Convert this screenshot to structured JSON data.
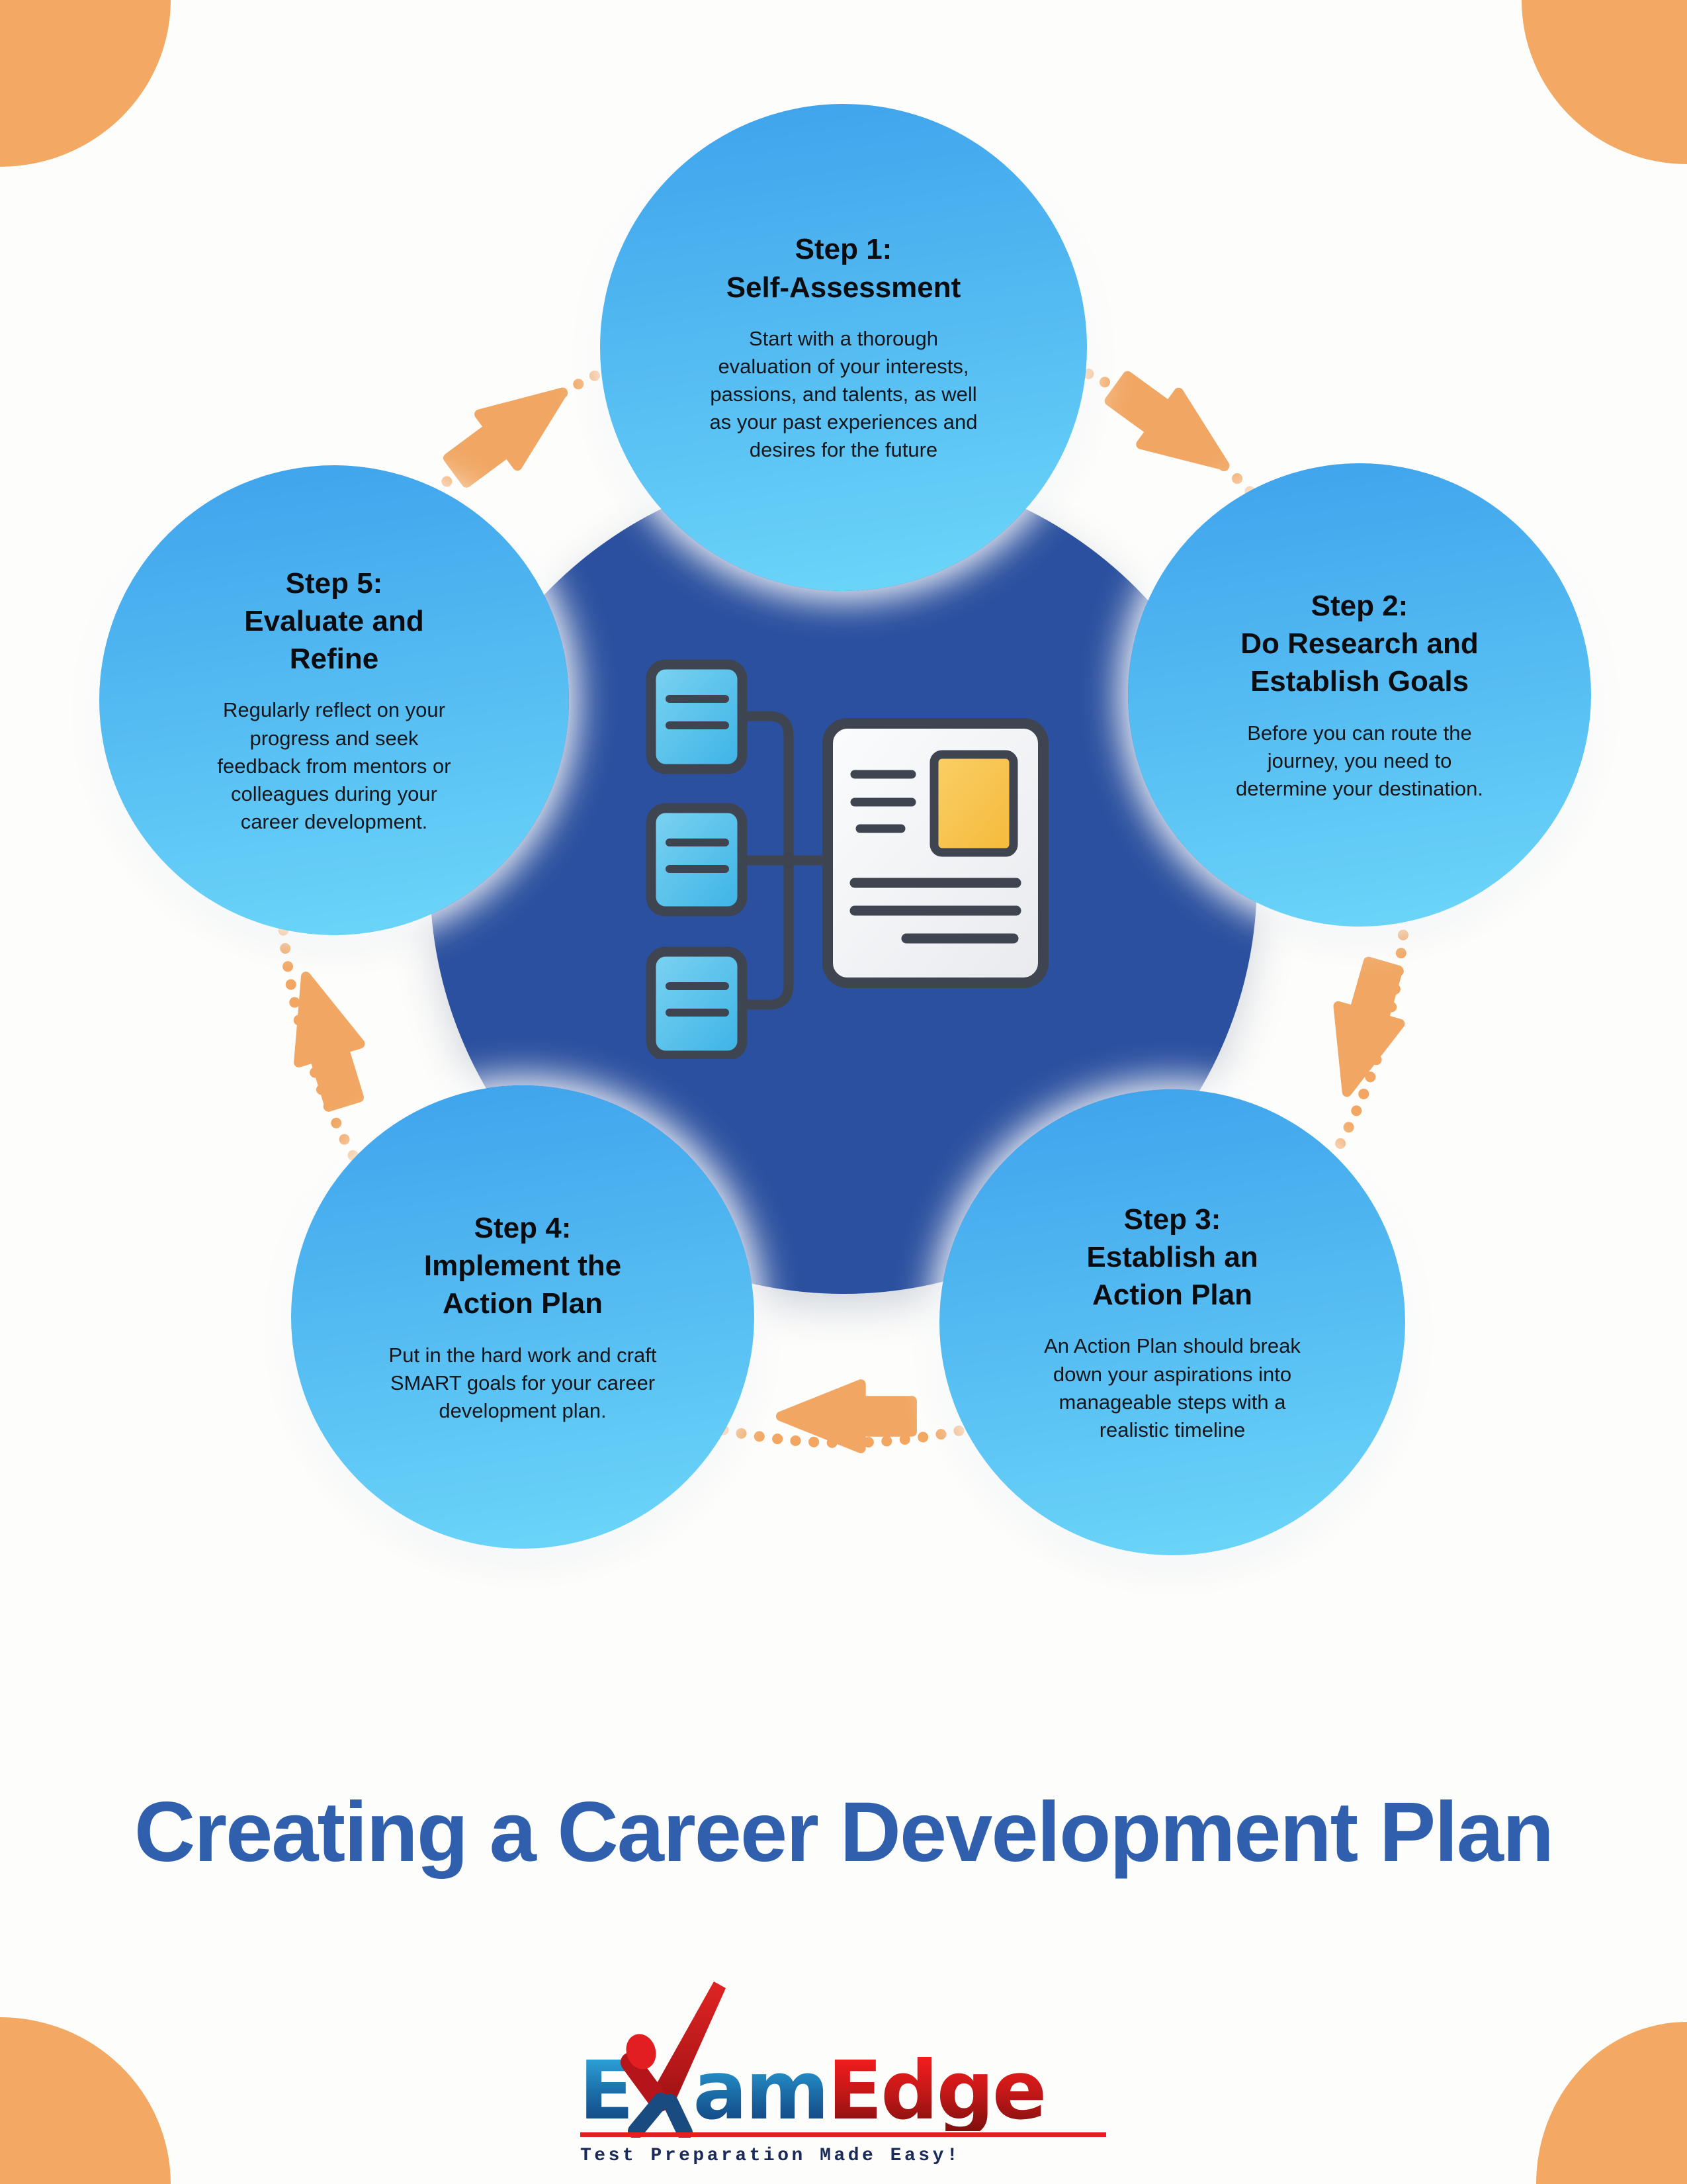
{
  "title": "Creating a Career Development Plan",
  "steps": [
    {
      "label": "Step 1:",
      "name": "Self-Assessment",
      "description": "Start with a thorough evaluation of your interests, passions, and talents, as well as your past experiences and desires for the future"
    },
    {
      "label": "Step 2:",
      "name": "Do Research and Establish Goals",
      "description": "Before you can route the journey, you need to determine your destination."
    },
    {
      "label": "Step 3:",
      "name": "Establish an Action Plan",
      "description": "An Action Plan should break down your aspirations into manageable steps with a realistic timeline"
    },
    {
      "label": "Step 4:",
      "name": "Implement the Action Plan",
      "description": "Put in the hard work and craft SMART goals for your career development plan."
    },
    {
      "label": "Step 5:",
      "name": "Evaluate and Refine",
      "description": "Regularly reflect on your progress and seek feedback from mentors or colleagues during your career development."
    }
  ],
  "logo": {
    "part1": "E",
    "part2": "am",
    "part3": "Edge",
    "tagline": "Test Preparation Made Easy!"
  },
  "colors": {
    "accent_orange": "#f2a661",
    "corner_blob_orange": "#f3a964",
    "step_circle_gradient_top": "#3fa3ec",
    "step_circle_gradient_bottom": "#6cd6f9",
    "center_circle_blue": "#2b509f",
    "title_blue": "#2f5fad",
    "logo_blue_top": "#2fa8de",
    "logo_blue_bottom": "#123e7a",
    "logo_red_top": "#f51d1d",
    "logo_red_bottom": "#7e100f",
    "logo_underline_red": "#e3201f",
    "tagline_navy": "#1a2a5b"
  }
}
